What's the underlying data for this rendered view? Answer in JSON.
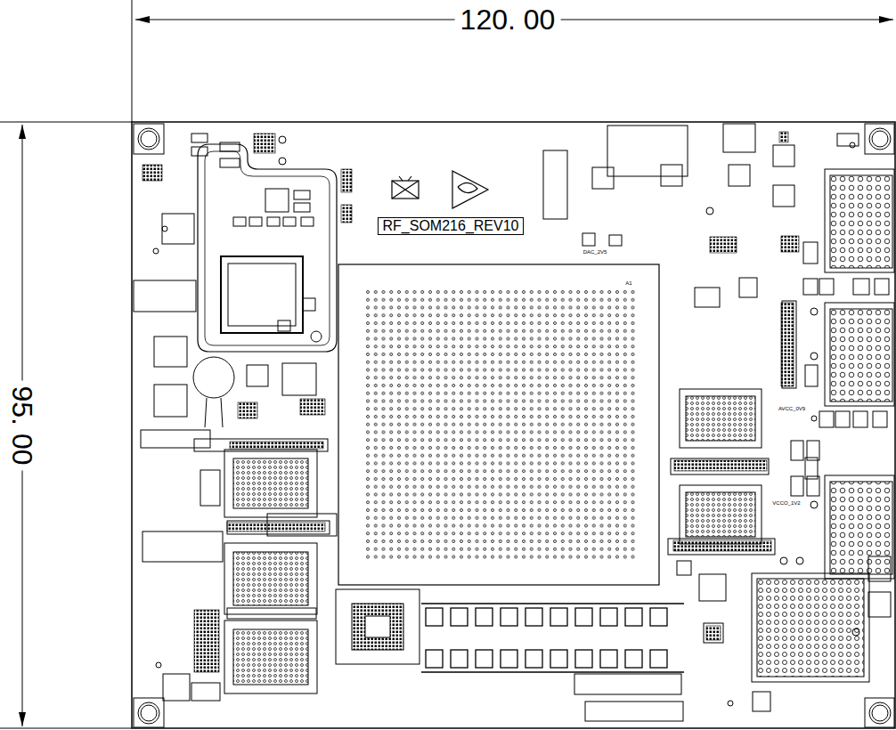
{
  "diagram": {
    "nodes": [
      {
        "text": [
          "RF_SOM216_REV10"
        ]
      }
    ],
    "labels": [
      "120. 00",
      "95. 00",
      "DAC_2V5",
      "AVCC_0V9",
      "VCCO_1V2",
      "A1"
    ]
  }
}
